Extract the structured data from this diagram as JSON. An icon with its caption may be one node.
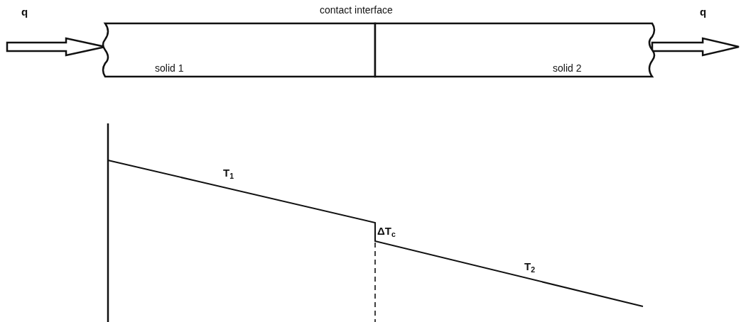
{
  "diagram": {
    "nodes": [
      {
        "text": [
          "solid 1"
        ]
      },
      {
        "text": [
          "solid 2"
        ]
      }
    ],
    "edges": [
      {
        "from": null,
        "to": 0,
        "arrow": "to",
        "label": "q",
        "style": "thick"
      },
      {
        "from": 1,
        "to": null,
        "arrow": "to",
        "label": "q",
        "style": "thick"
      }
    ],
    "labels": [
      "contact interface",
      "T$_{1}$",
      "ΔT$_{c}$",
      "T$_{2}$"
    ]
  }
}
